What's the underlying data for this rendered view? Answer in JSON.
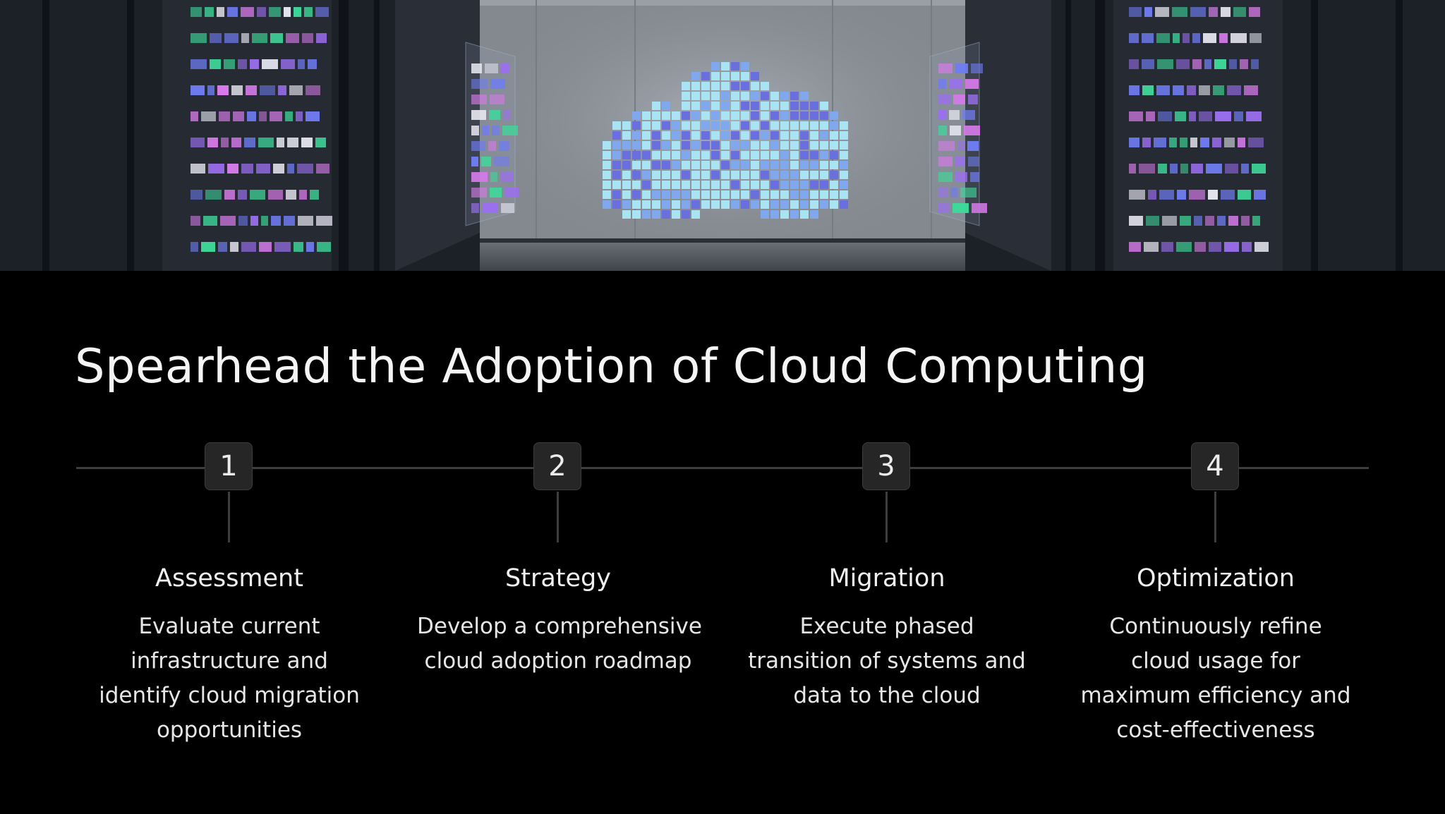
{
  "title": "Spearhead the Adoption of Cloud Computing",
  "hero_image": {
    "description_icon": "cloud-icon",
    "colors": {
      "wall": "#80848b",
      "server": "#1b1f26",
      "cloud_light": "#a8e4f4",
      "cloud_dark": "#6a6fe0",
      "led_pink": "#d57ae8",
      "led_green": "#3ed89a",
      "led_blue": "#6f7cf2"
    }
  },
  "colors": {
    "background": "#000000",
    "line": "#3d3d3d",
    "box": "#262626",
    "text": "#f0f0f0"
  },
  "steps": [
    {
      "number": "1",
      "title": "Assessment",
      "description": [
        "Evaluate current",
        "infrastructure and",
        "identify cloud migration",
        "opportunities"
      ]
    },
    {
      "number": "2",
      "title": "Strategy",
      "description": [
        "Develop a comprehensive",
        "cloud adoption roadmap"
      ]
    },
    {
      "number": "3",
      "title": "Migration",
      "description": [
        "Execute phased",
        "transition of systems and",
        "data to the cloud"
      ]
    },
    {
      "number": "4",
      "title": "Optimization",
      "description": [
        "Continuously refine",
        "cloud usage for",
        "maximum efficiency and",
        "cost-effectiveness"
      ]
    }
  ]
}
